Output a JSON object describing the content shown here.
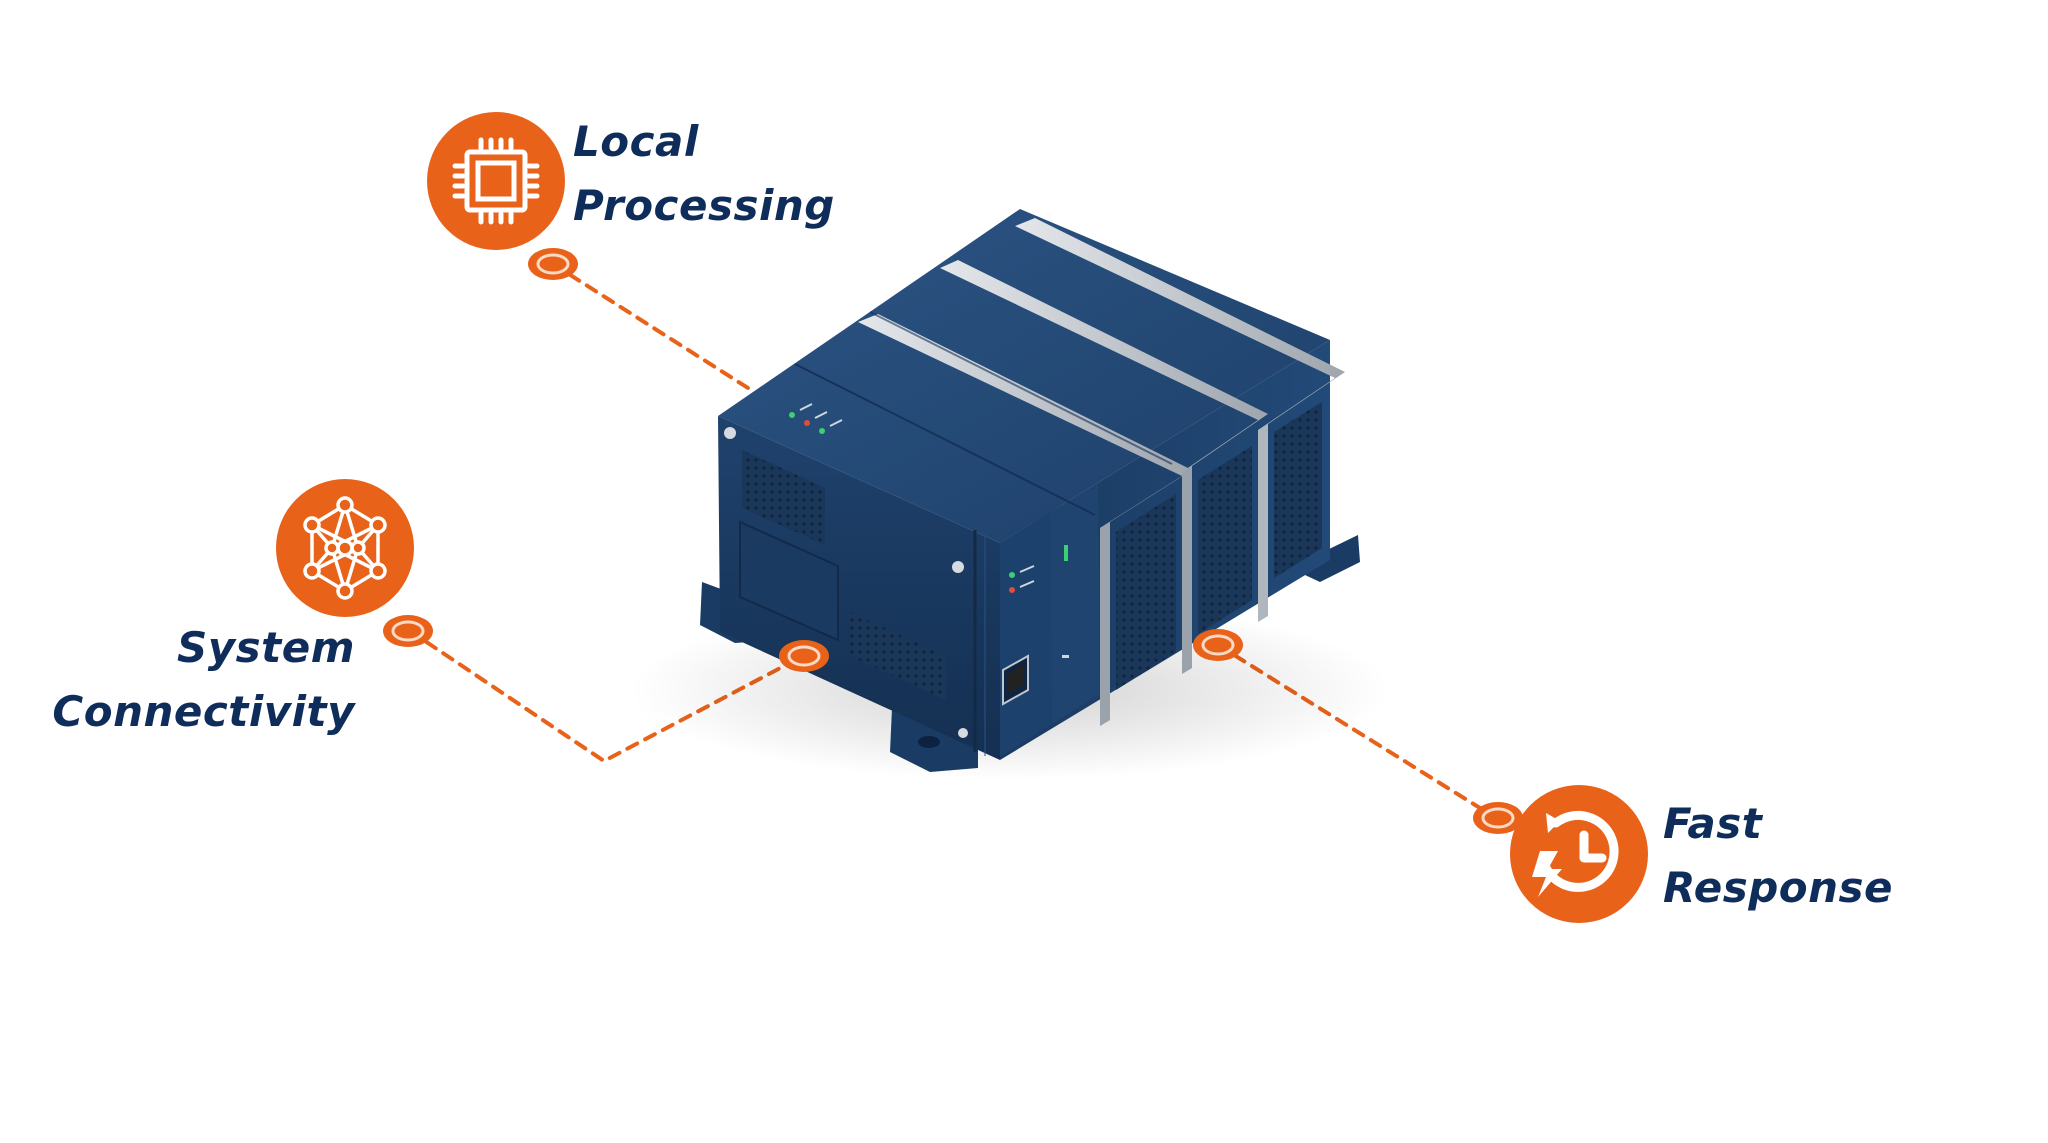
{
  "features": {
    "local_processing": {
      "line1": "Local",
      "line2": "Processing",
      "icon": "cpu-chip-icon"
    },
    "system_connectivity": {
      "line1": "System",
      "line2": "Connectivity",
      "icon": "network-nodes-icon"
    },
    "fast_response": {
      "line1": "Fast",
      "line2": "Response",
      "icon": "clock-lightning-icon"
    }
  },
  "device": {
    "icon": "edge-controller-device"
  },
  "colors": {
    "accent": "#e9621a",
    "text": "#0f2d5a",
    "device_body": "#1f4470",
    "device_dark": "#15304f",
    "band": "#c9cdd2"
  }
}
